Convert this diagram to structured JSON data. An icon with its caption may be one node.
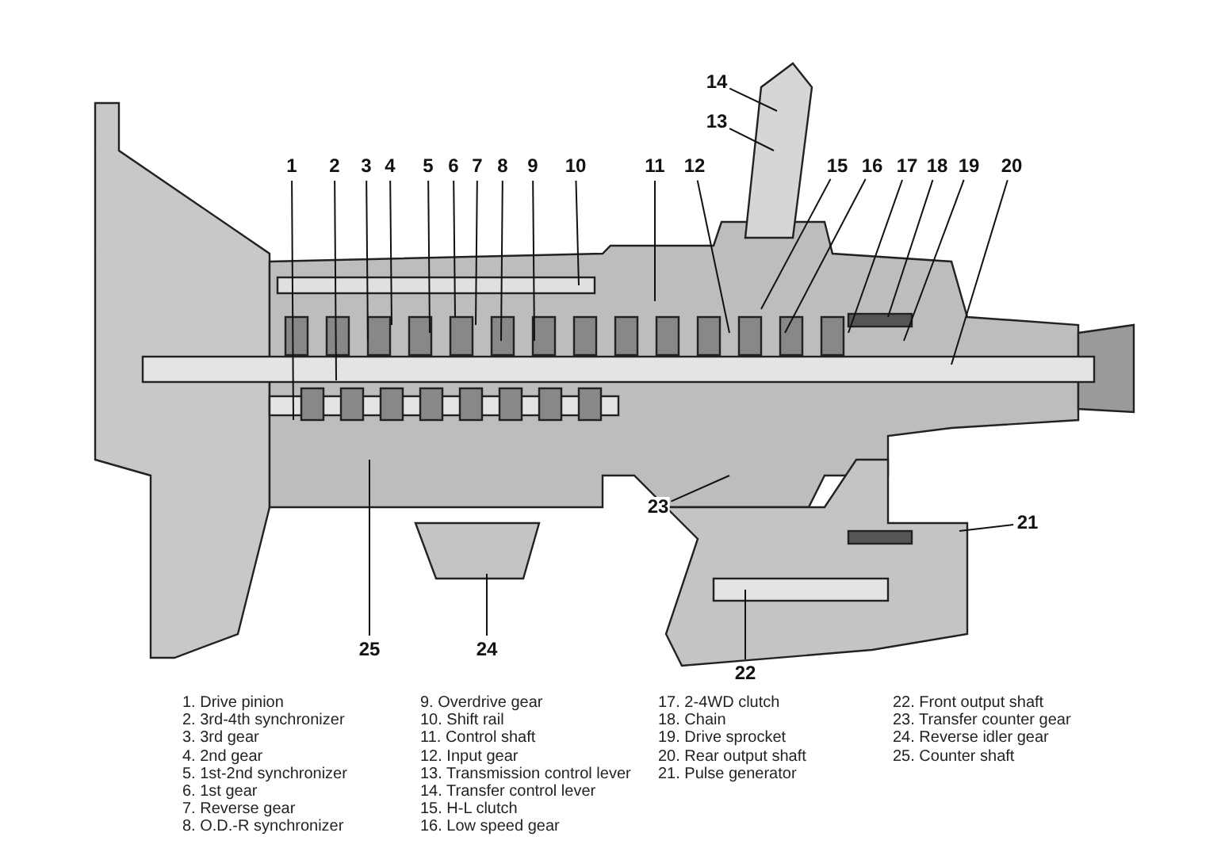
{
  "diagram": {
    "nodes": [
      {
        "text": [
          "1"
        ]
      },
      {
        "text": [
          "2"
        ]
      },
      {
        "text": [
          "3"
        ]
      },
      {
        "text": [
          "4"
        ]
      },
      {
        "text": [
          "5"
        ]
      },
      {
        "text": [
          "6"
        ]
      },
      {
        "text": [
          "7"
        ]
      },
      {
        "text": [
          "8"
        ]
      },
      {
        "text": [
          "9"
        ]
      },
      {
        "text": [
          "10"
        ]
      },
      {
        "text": [
          "11"
        ]
      },
      {
        "text": [
          "12"
        ]
      },
      {
        "text": [
          "13"
        ]
      },
      {
        "text": [
          "14"
        ]
      },
      {
        "text": [
          "15"
        ]
      },
      {
        "text": [
          "16"
        ]
      },
      {
        "text": [
          "17"
        ]
      },
      {
        "text": [
          "18"
        ]
      },
      {
        "text": [
          "19"
        ]
      },
      {
        "text": [
          "20"
        ]
      },
      {
        "text": [
          "21"
        ]
      },
      {
        "text": [
          "22"
        ]
      },
      {
        "text": [
          "23"
        ]
      },
      {
        "text": [
          "24"
        ]
      },
      {
        "text": [
          "25"
        ]
      }
    ],
    "edges": [
      {
        "from": 0,
        "to": null,
        "arrow": "none"
      },
      {
        "from": 1,
        "to": null,
        "arrow": "none"
      },
      {
        "from": 2,
        "to": null,
        "arrow": "none"
      },
      {
        "from": 3,
        "to": null,
        "arrow": "none"
      },
      {
        "from": 4,
        "to": null,
        "arrow": "none"
      },
      {
        "from": 5,
        "to": null,
        "arrow": "none"
      },
      {
        "from": 6,
        "to": null,
        "arrow": "none"
      },
      {
        "from": 7,
        "to": null,
        "arrow": "none"
      },
      {
        "from": 8,
        "to": null,
        "arrow": "none"
      },
      {
        "from": 9,
        "to": null,
        "arrow": "none"
      },
      {
        "from": 10,
        "to": null,
        "arrow": "none"
      },
      {
        "from": 11,
        "to": null,
        "arrow": "none"
      },
      {
        "from": 12,
        "to": null,
        "arrow": "none"
      },
      {
        "from": 13,
        "to": null,
        "arrow": "none"
      },
      {
        "from": 14,
        "to": null,
        "arrow": "none"
      },
      {
        "from": 15,
        "to": null,
        "arrow": "none"
      },
      {
        "from": 16,
        "to": null,
        "arrow": "none"
      },
      {
        "from": 17,
        "to": null,
        "arrow": "none"
      },
      {
        "from": 18,
        "to": null,
        "arrow": "none"
      },
      {
        "from": 19,
        "to": null,
        "arrow": "none"
      },
      {
        "from": 20,
        "to": null,
        "arrow": "none"
      },
      {
        "from": 21,
        "to": null,
        "arrow": "none"
      },
      {
        "from": 22,
        "to": null,
        "arrow": "none"
      },
      {
        "from": 23,
        "to": null,
        "arrow": "none"
      },
      {
        "from": 24,
        "to": null,
        "arrow": "none"
      }
    ],
    "labels": [
      "1. Drive pinion",
      "2. 3rd-4th synchronizer",
      "3. 3rd gear",
      "4. 2nd gear",
      "5. 1st-2nd synchronizer",
      "6. 1st gear",
      "7. Reverse gear",
      "8. O.D.-R synchronizer",
      "9. Overdrive gear",
      "10. Shift rail",
      "11. Control shaft",
      "12. Input gear",
      "13. Transmission control lever",
      "14. Transfer control lever",
      "15. H-L clutch",
      "16. Low speed gear",
      "17. 2-4WD clutch",
      "18. Chain",
      "19. Drive sprocket",
      "20. Rear output shaft",
      "21. Pulse generator",
      "22. Front output shaft",
      "23. Transfer counter gear",
      "24. Reverse idler gear",
      "25. Counter shaft"
    ]
  }
}
